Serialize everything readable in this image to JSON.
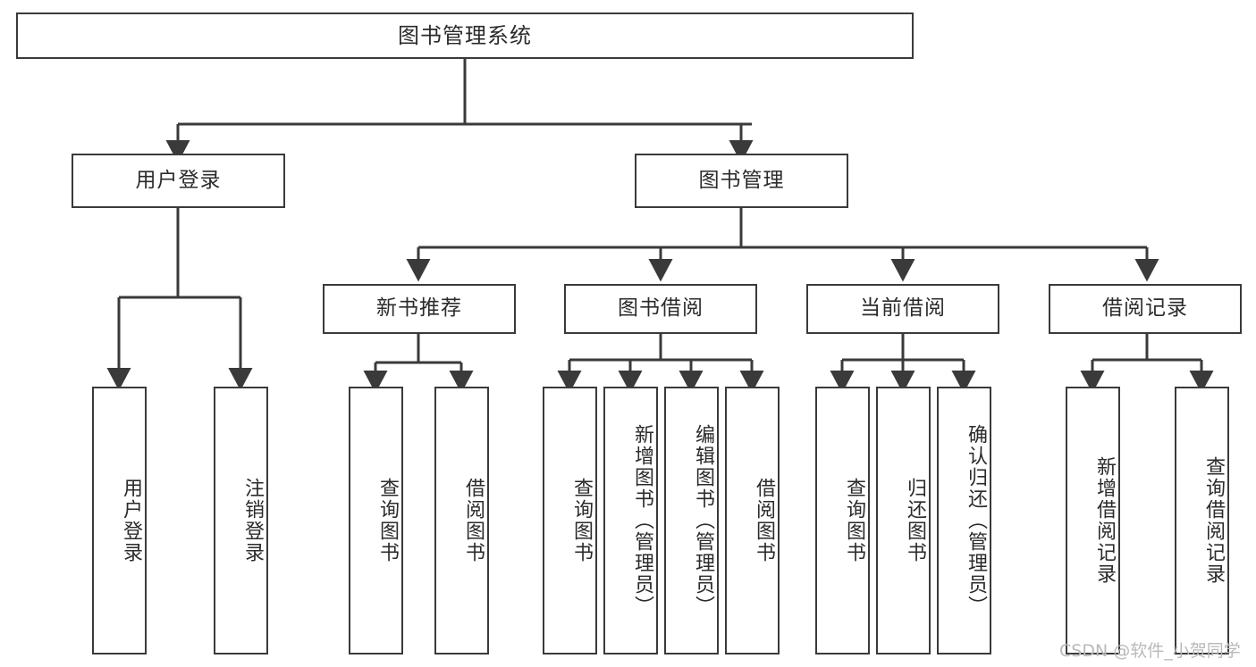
{
  "diagram": {
    "title": "图书管理系统",
    "watermark": "CSDN @软件_小贺同学",
    "colors": {
      "box_border": "#3a3a3a",
      "box_fill": "#ffffff",
      "line": "#3a3a3a",
      "text": "#2b2b2b",
      "watermark": "#b9b9b9",
      "background": "#ffffff"
    },
    "root": {
      "label": "图书管理系统"
    },
    "level1": [
      {
        "id": "user-login",
        "label": "用户登录"
      },
      {
        "id": "book-management",
        "label": "图书管理"
      }
    ],
    "level2": [
      {
        "id": "new-book-recommend",
        "label": "新书推荐",
        "parent": "book-management"
      },
      {
        "id": "book-borrow",
        "label": "图书借阅",
        "parent": "book-management"
      },
      {
        "id": "current-borrow",
        "label": "当前借阅",
        "parent": "book-management"
      },
      {
        "id": "borrow-record",
        "label": "借阅记录",
        "parent": "book-management"
      }
    ],
    "leaves": [
      {
        "id": "leaf-user-login",
        "label": "用户登录",
        "parent": "user-login"
      },
      {
        "id": "leaf-logout",
        "label": "注销登录",
        "parent": "user-login"
      },
      {
        "id": "leaf-query-book-nb",
        "label": "查询图书",
        "parent": "new-book-recommend"
      },
      {
        "id": "leaf-borrow-book-nb",
        "label": "借阅图书",
        "parent": "new-book-recommend"
      },
      {
        "id": "leaf-query-book-bb",
        "label": "查询图书",
        "parent": "book-borrow"
      },
      {
        "id": "leaf-add-book-admin",
        "label": "新增图书（管理员）",
        "parent": "book-borrow"
      },
      {
        "id": "leaf-edit-book-admin",
        "label": "编辑图书（管理员）",
        "parent": "book-borrow"
      },
      {
        "id": "leaf-borrow-book-bb",
        "label": "借阅图书",
        "parent": "book-borrow"
      },
      {
        "id": "leaf-query-book-cb",
        "label": "查询图书",
        "parent": "current-borrow"
      },
      {
        "id": "leaf-return-book",
        "label": "归还图书",
        "parent": "current-borrow"
      },
      {
        "id": "leaf-confirm-return-admin",
        "label": "确认归还（管理员）",
        "parent": "current-borrow"
      },
      {
        "id": "leaf-add-borrow-record",
        "label": "新增借阅记录",
        "parent": "borrow-record"
      },
      {
        "id": "leaf-query-borrow-record",
        "label": "查询借阅记录",
        "parent": "borrow-record"
      }
    ]
  }
}
